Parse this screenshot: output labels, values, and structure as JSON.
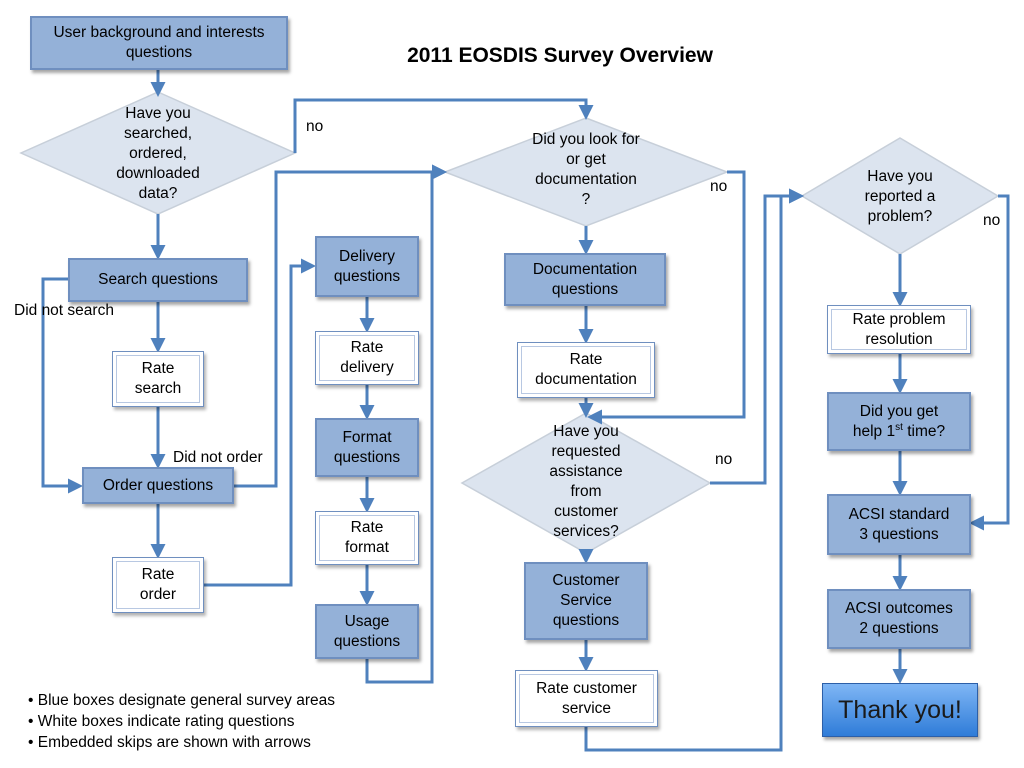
{
  "title": "2011 EOSDIS Survey Overview",
  "boxes": {
    "user_background": "User background and interests\nquestions",
    "search_questions": "Search questions",
    "rate_search": "Rate\nsearch",
    "order_questions": "Order questions",
    "rate_order": "Rate\norder",
    "delivery_questions": "Delivery\nquestions",
    "rate_delivery": "Rate\ndelivery",
    "format_questions": "Format\nquestions",
    "rate_format": "Rate\nformat",
    "usage_questions": "Usage\nquestions",
    "documentation_questions": "Documentation\nquestions",
    "rate_documentation": "Rate\ndocumentation",
    "customer_service_questions": "Customer\nService\nquestions",
    "rate_customer_service": "Rate customer\nservice",
    "rate_problem_resolution": "Rate problem\nresolution",
    "help_first_time_pre": "Did you get\nhelp 1",
    "help_first_time_sup": "st",
    "help_first_time_post": " time?",
    "acsi_standard": "ACSI standard\n3 questions",
    "acsi_outcomes": "ACSI outcomes\n2 questions",
    "thank_you": "Thank you!"
  },
  "decisions": {
    "searched_ordered": "Have you\nsearched,\nordered,\ndownloaded\ndata?",
    "documentation": "Did you look for\nor get\ndocumentation\n?",
    "assistance": "Have you\nrequested\nassistance\nfrom\ncustomer\nservices?",
    "problem": "Have you\nreported a\nproblem?"
  },
  "edge_labels": {
    "no_1": "no",
    "no_2": "no",
    "no_3": "no",
    "no_4": "no",
    "did_not_search": "Did not search",
    "did_not_order": "Did not order"
  },
  "notes": [
    "• Blue boxes designate general survey areas",
    "• White boxes indicate rating questions",
    "• Embedded skips are shown with arrows"
  ],
  "colors": {
    "blue_box": "#94b1d8",
    "diamond": "#dce4ef",
    "connector": "#4f81bd"
  }
}
